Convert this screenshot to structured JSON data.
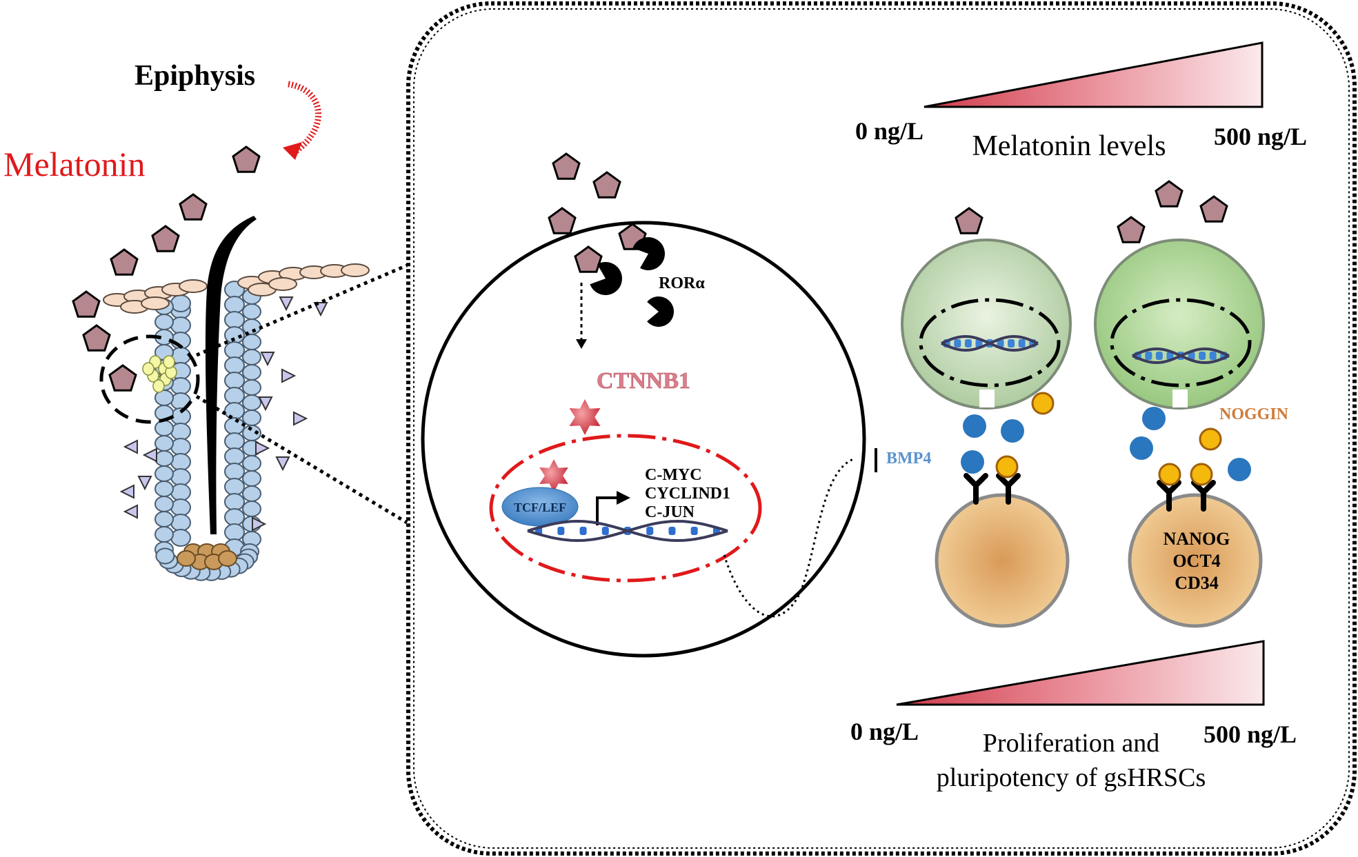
{
  "labels": {
    "epiphysis": "Epiphysis",
    "melatonin": "Melatonin",
    "rora": "RORα",
    "ctnnb1": "CTNNB1",
    "tcf_lef": "TCF/LEF",
    "target_genes": [
      "C-MYC",
      "CYCLIND1",
      "C-JUN"
    ],
    "bmp4": "BMP4",
    "noggin": "NOGGIN",
    "stem_markers": [
      "NANOG",
      "OCT4",
      "CD34"
    ]
  },
  "melatonin_scale": {
    "min_label": "0 ng/L",
    "max_label": "500 ng/L",
    "title": "Melatonin levels"
  },
  "proliferation_scale": {
    "min_label": "0 ng/L",
    "max_label": "500 ng/L",
    "title_line1": "Proliferation and",
    "title_line2": "pluripotency of gsHRSCs"
  },
  "colors": {
    "melatonin_pentagon": "#b58890",
    "follicle_cell": "#b5d0e8",
    "bulge_cell": "#f3f7a6",
    "papilla_cell": "#c99a5c",
    "sheath_cell": "#f6dcc7",
    "nucleus_border": "#e0191b",
    "bmp4": "#2a76bf",
    "noggin": "#f5b80c",
    "wedge_dark": "#d03a49",
    "wedge_light": "#f9e6e8",
    "melatonin_text": "#e0191b",
    "bmp4_text": "#5b93cc",
    "noggin_text": "#cf7b39",
    "ctnnb1_text": "#d97f8c"
  },
  "icons": [
    "melatonin-pentagon",
    "rora-receptor",
    "ctnnb1-star",
    "dna-helix",
    "receptor-y",
    "arrow"
  ]
}
